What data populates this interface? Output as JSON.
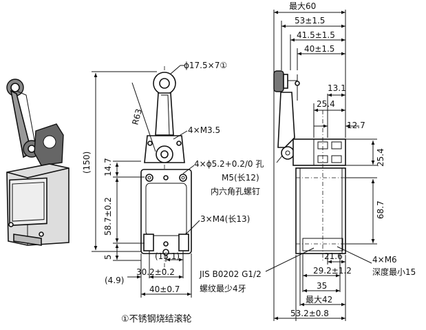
{
  "front_view": {
    "roller_label": "ϕ17.5×7①",
    "radius_label": "R63",
    "screw_label": "4×M3.5",
    "holes_label": "4×ϕ5.2+0.2/0 孔",
    "screws_bottom_label": "3×M4(长13)",
    "height_overall": "(150)",
    "dim_14_7": "14.7",
    "dim_58_7": "58.7±0.2",
    "dim_5": "5",
    "dim_15_1": "(15.1)",
    "dim_4_9": "(4.9)",
    "dim_30_2": "30.2±0.2",
    "dim_40": "40±0.7"
  },
  "side_view": {
    "max60": "最大60",
    "dim_53": "53±1.5",
    "dim_41_5": "41.5±1.5",
    "dim_40": "40±1.5",
    "dim_13_1": "13.1",
    "dim_25_4_top": "25.4",
    "dim_12_7": "12.7",
    "dim_25_4_side": "25.4",
    "dim_68_7": "68.7",
    "m5_label": "M5(长12)",
    "hex_label": "内六角孔螺钉",
    "jis_label": "JIS B0202 G1/2",
    "thread_label": "螺纹最少4牙",
    "m6_label": "4×M6",
    "depth_label": "深度最小15",
    "dim_21_6": "21.6",
    "dim_29_2": "29.2±1.2",
    "dim_35": "35",
    "max42": "最大42",
    "dim_53_2": "53.2±0.8"
  },
  "footnote": "①不锈钢烧结滚轮"
}
